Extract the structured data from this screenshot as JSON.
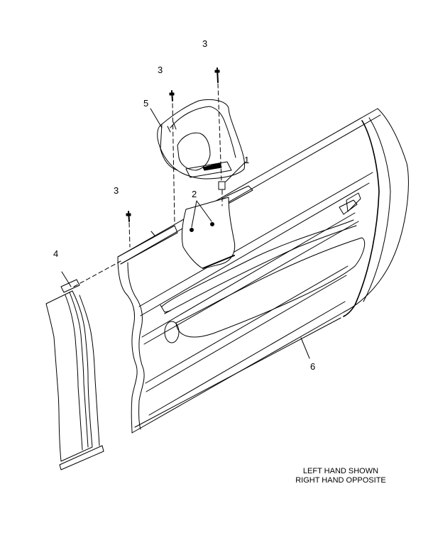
{
  "callouts": {
    "c1": "1",
    "c2": "2",
    "c3a": "3",
    "c3b": "3",
    "c3c": "3",
    "c4": "4",
    "c5": "5",
    "c6": "6"
  },
  "note": {
    "line1": "LEFT HAND SHOWN",
    "line2": "RIGHT HAND OPPOSITE"
  },
  "colors": {
    "ink": "#000000",
    "paper": "#ffffff",
    "shade": "#e8e8e8"
  }
}
